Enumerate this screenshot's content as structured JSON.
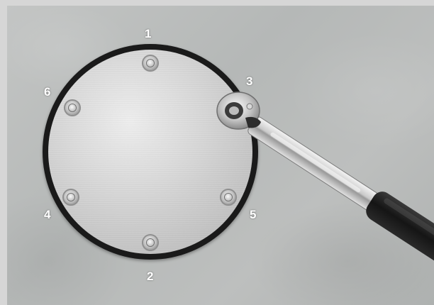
{
  "sequence_labels": [
    "1",
    "2",
    "3",
    "4",
    "5",
    "6"
  ],
  "colors": {
    "frame": "#d6d6d6",
    "plate_rim": "#1a1a1a",
    "label_text": "#ffffff"
  },
  "icons": {
    "tool": "ratchet-wrench-icon",
    "fastener": "bolt-icon"
  }
}
